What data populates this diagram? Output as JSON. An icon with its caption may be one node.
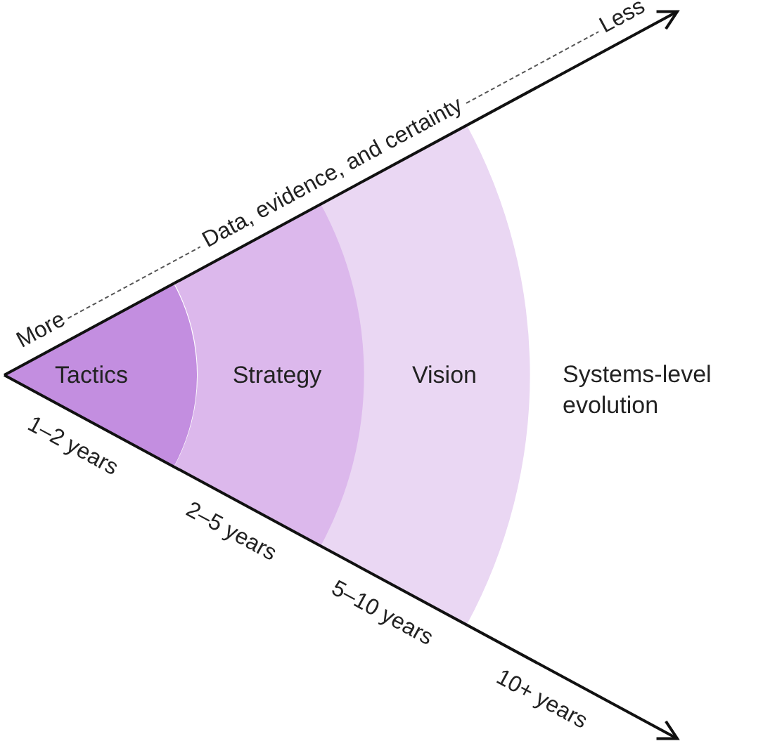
{
  "diagram": {
    "nodes": [
      {
        "text": [
          "Tactics"
        ]
      },
      {
        "text": [
          "Strategy"
        ]
      },
      {
        "text": [
          "Vision"
        ]
      },
      {
        "text": [
          "Systems-level evolution"
        ]
      }
    ],
    "labels": [
      "More",
      "Data, evidence, and certainty",
      "Less",
      "1–2 years",
      "2–5 years",
      "5–10 years",
      "10+ years"
    ]
  }
}
